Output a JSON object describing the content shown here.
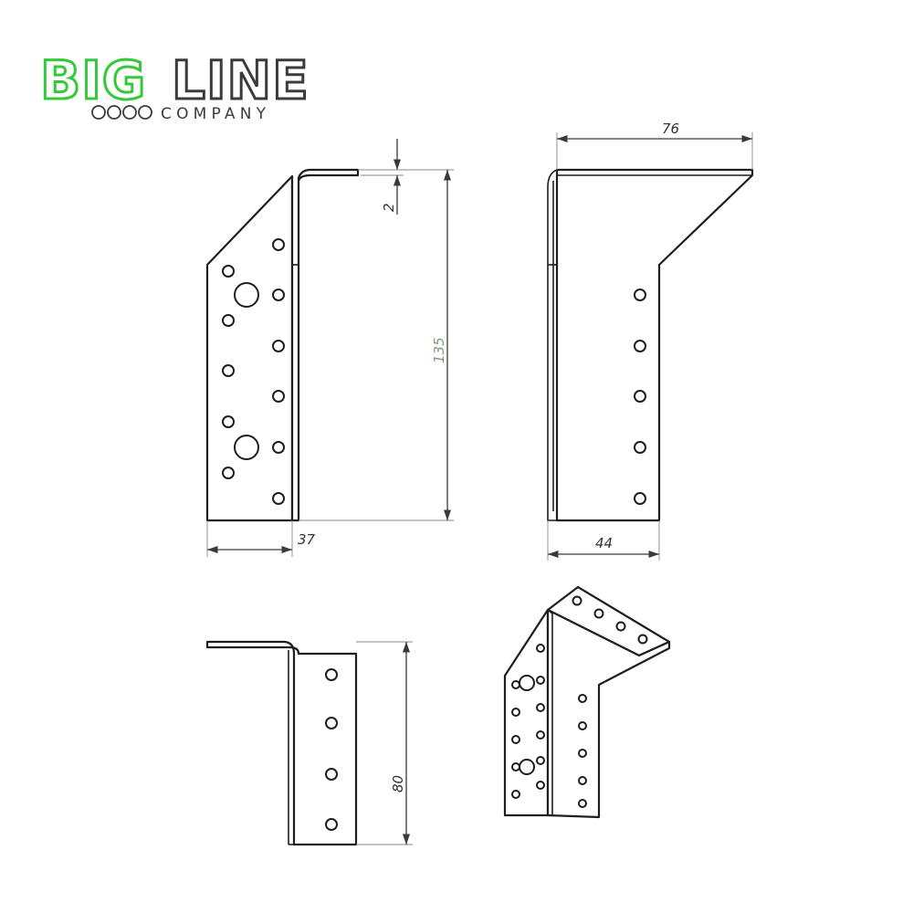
{
  "logo": {
    "brand_green": "BIG",
    "brand_gray": "LINE",
    "sub": "COMPANY",
    "colors": {
      "green": "#35c83a",
      "gray": "#3b3b3b"
    }
  },
  "dimensions": {
    "thickness": "2",
    "height": "135",
    "depth_side": "37",
    "top_width": "76",
    "bottom_width": "44",
    "width_80": "80"
  }
}
